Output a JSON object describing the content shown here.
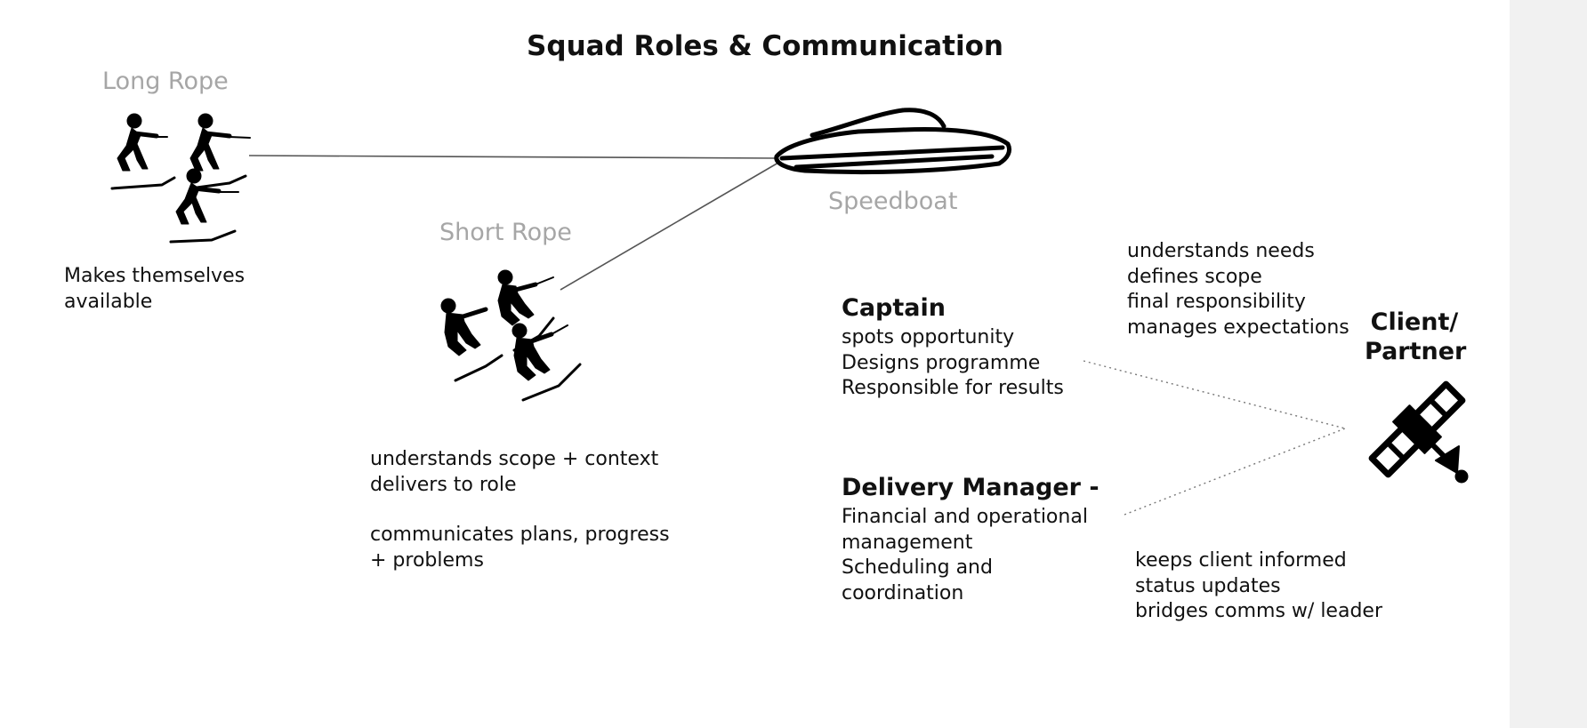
{
  "title": "Squad Roles & Communication",
  "long_rope": {
    "label": "Long Rope",
    "desc": [
      "Makes themselves",
      "available"
    ],
    "icon": "water-skiers-icon"
  },
  "short_rope": {
    "label": "Short Rope",
    "desc1": [
      "understands scope + context",
      "delivers to role"
    ],
    "desc2": [
      "communicates plans, progress",
      "+ problems"
    ],
    "icon": "water-skiers-icon"
  },
  "speedboat": {
    "label": "Speedboat",
    "icon": "speedboat-icon"
  },
  "captain": {
    "title": "Captain",
    "lines": [
      "spots opportunity",
      "Designs programme",
      "Responsible for results"
    ],
    "comms": [
      "understands needs",
      "defines scope",
      "final responsibility",
      "manages expectations"
    ]
  },
  "delivery_manager": {
    "title": "Delivery Manager -",
    "lines": [
      "Financial and operational",
      "management",
      "Scheduling and",
      "coordination"
    ],
    "comms": [
      "keeps client informed",
      "status updates",
      "bridges comms w/ leader"
    ]
  },
  "client": {
    "label_line1": "Client/",
    "label_line2": "Partner",
    "icon": "satellite-icon"
  }
}
